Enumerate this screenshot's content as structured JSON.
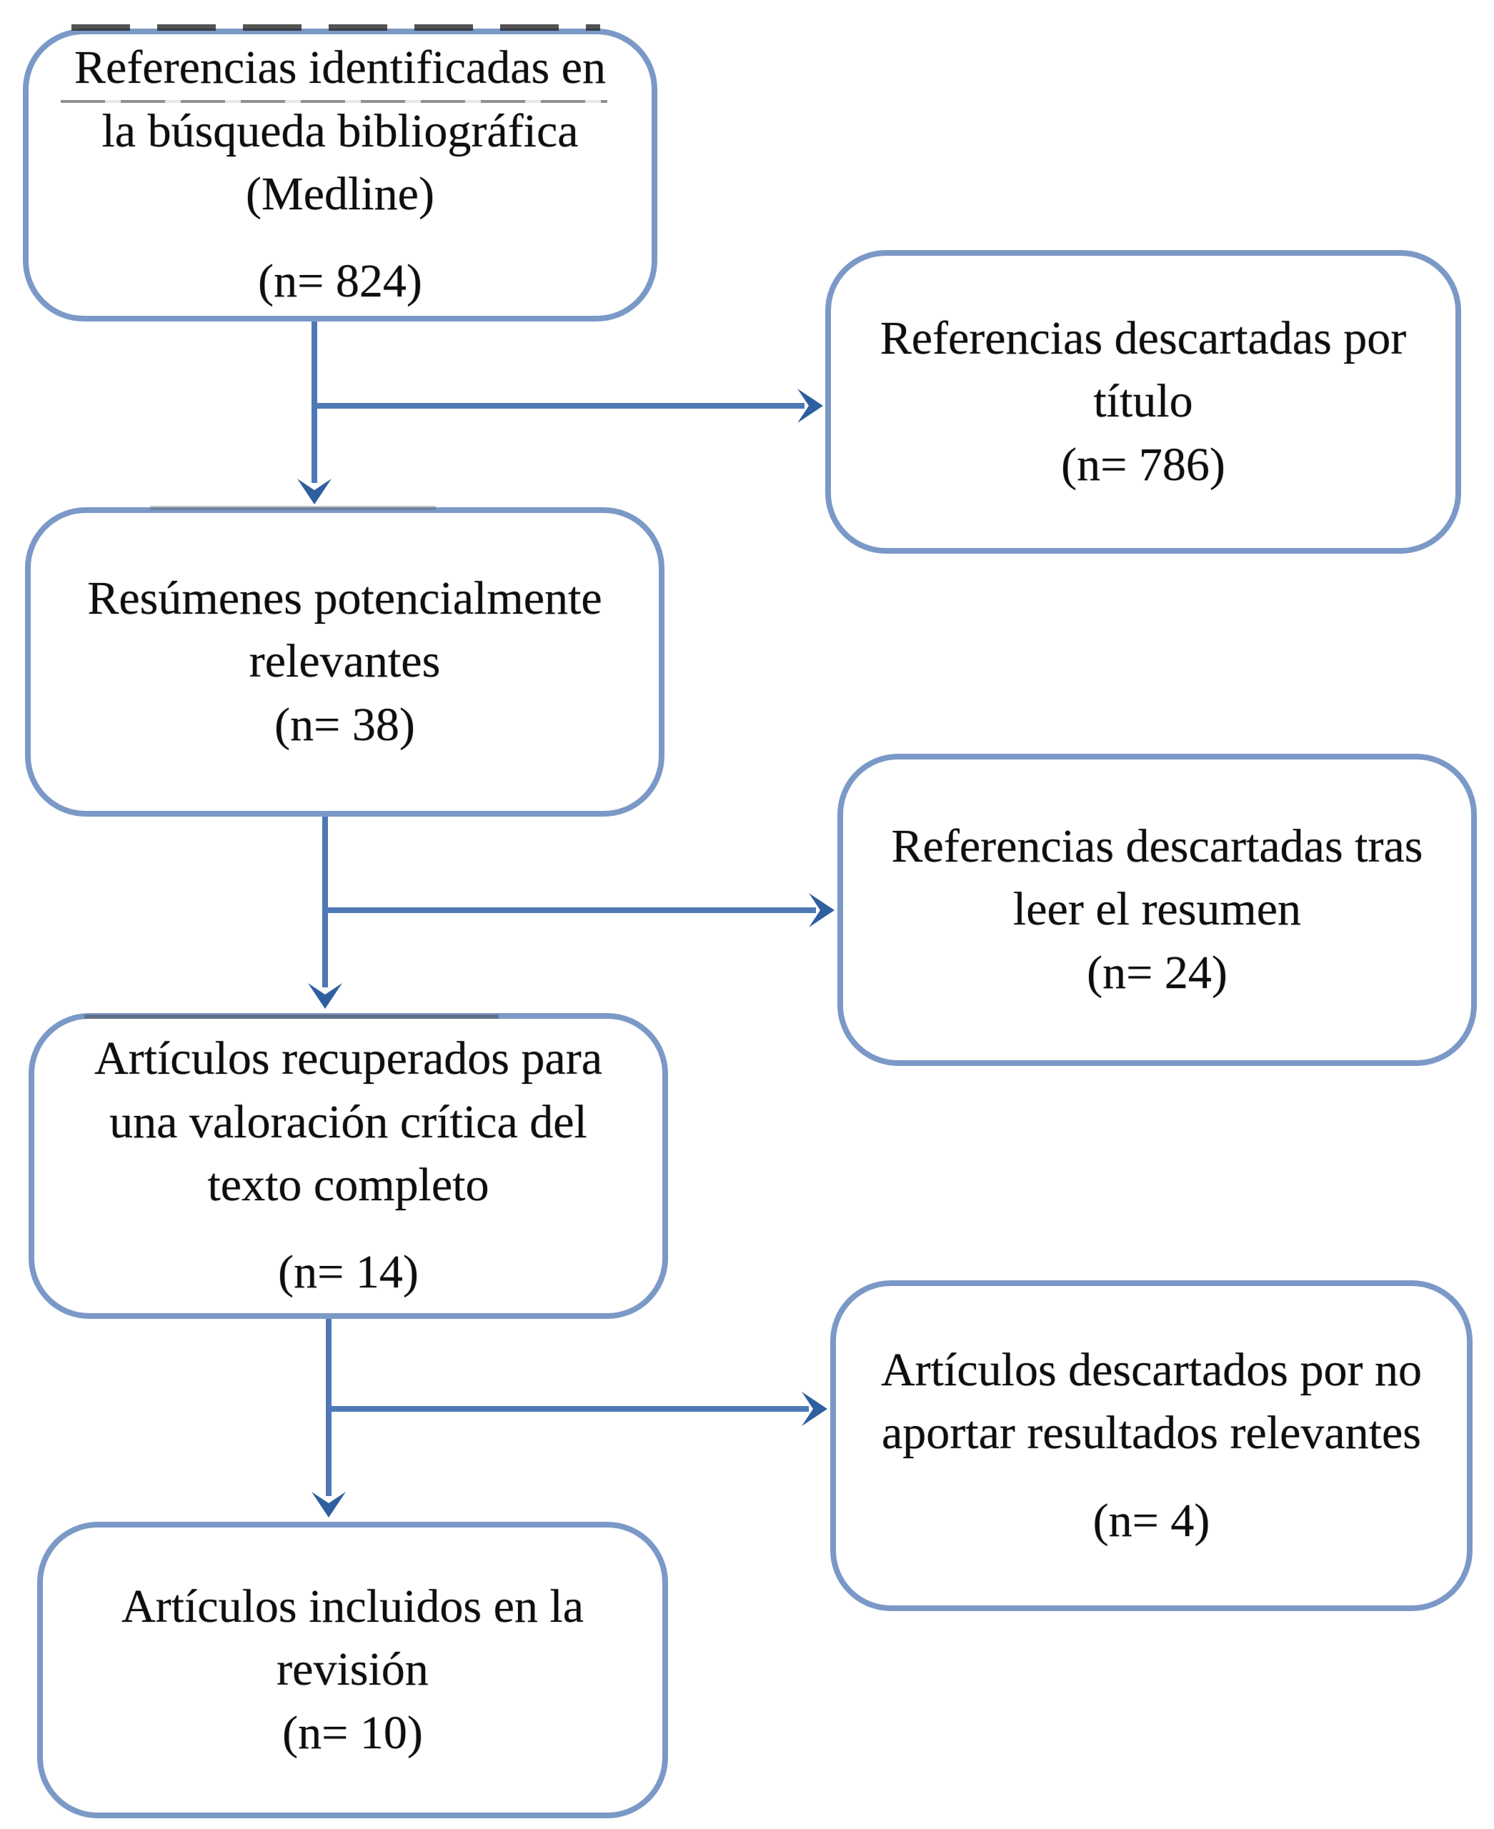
{
  "boxes": [
    {
      "id": "references-identified",
      "lines": [
        "Referencias identificadas en",
        "la búsqueda bibliográfica",
        "(Medline)"
      ],
      "count": "(n= 824)"
    },
    {
      "id": "discarded-by-title",
      "lines": [
        "Referencias descartadas por",
        "título"
      ],
      "count": "(n= 786)"
    },
    {
      "id": "relevant-abstracts",
      "lines": [
        "Resúmenes potencialmente",
        "relevantes"
      ],
      "count": "(n= 38)"
    },
    {
      "id": "discarded-after-abstract",
      "lines": [
        "Referencias descartadas tras",
        "leer el resumen"
      ],
      "count": "(n= 24)"
    },
    {
      "id": "fulltext-retrieved",
      "lines": [
        "Artículos recuperados para",
        "una valoración crítica del",
        "texto completo"
      ],
      "count": "(n= 14)"
    },
    {
      "id": "discarded-no-relevant-results",
      "lines": [
        "Artículos descartados por no",
        "aportar resultados relevantes"
      ],
      "count": "(n= 4)"
    },
    {
      "id": "included-in-review",
      "lines": [
        "Artículos incluidos en la",
        "revisión"
      ],
      "count": "(n= 10)"
    }
  ],
  "colors": {
    "box_border": "#7b99c7",
    "connector_line": "#4f79b6",
    "arrow_fill": "#2e5f9f",
    "text": "#0e0e0e",
    "background": "#ffffff"
  }
}
